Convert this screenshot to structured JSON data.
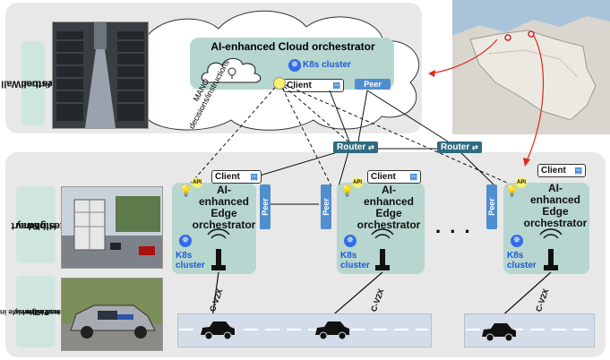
{
  "cloud": {
    "testbed_label_line1": "Virtual Wall",
    "testbed_label_line2": "testbed",
    "orchestrator_title": "AI-enhanced Cloud orchestrator",
    "k8s_label": "K8s cluster",
    "client_label": "Client",
    "peer_label": "Peer"
  },
  "mano_label_line1": "MANO",
  "mano_label_line2": "decisions/instructions",
  "routers": [
    "Router",
    "Router"
  ],
  "highway": {
    "testbed_label_line1": "Smart",
    "testbed_label_line2": "Highway",
    "testbed_label_line3": "testbed"
  },
  "vehicle": {
    "label_line1": "PoC vehicle in",
    "label_line2": "the",
    "label_line3": "Smart Highway",
    "label_line4": "testbed"
  },
  "edges": [
    {
      "title_line1": "AI-",
      "title_line2": "enhanced",
      "title_line3": "Edge",
      "title_line4": "orchestrator",
      "k8s_line1": "K8s",
      "k8s_line2": "cluster",
      "client_label": "Client",
      "api_label": "API",
      "peer_label": "Peer"
    },
    {
      "title_line1": "AI-",
      "title_line2": "enhanced",
      "title_line3": "Edge",
      "title_line4": "orchestrator",
      "k8s_line1": "K8s",
      "k8s_line2": "cluster",
      "client_label": "Client",
      "api_label": "API",
      "peer_label": "Peer"
    },
    {
      "title_line1": "AI-",
      "title_line2": "enhanced",
      "title_line3": "Edge",
      "title_line4": "orchestrator",
      "k8s_line1": "K8s",
      "k8s_line2": "cluster",
      "client_label": "Client",
      "api_label": "API",
      "peer_label": "Peer"
    }
  ],
  "ellipsis": ". . .",
  "cv2x_label": "C-V2X",
  "colors": {
    "panel": "#e8e8e8",
    "edge_box": "#b7d6cf",
    "router": "#2e6a80",
    "peer": "#4f8fcf",
    "k8s": "#326ce5",
    "arrow": "#e0281e"
  }
}
